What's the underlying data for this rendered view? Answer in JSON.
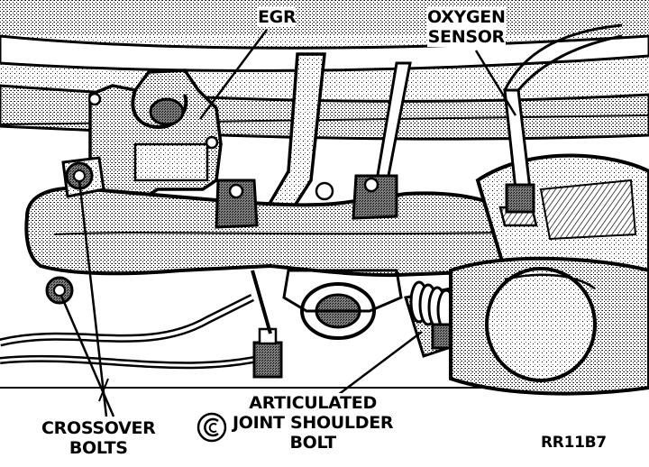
{
  "labels": {
    "egr": "EGR",
    "oxygen_sensor": [
      "OXYGEN",
      "SENSOR"
    ],
    "crossover_bolts": [
      "CROSSOVER",
      "BOLTS"
    ],
    "articulated_bolt": [
      "ARTICULATED",
      "JOINT SHOULDER",
      "BOLT"
    ],
    "figure_code": "RR11B7"
  },
  "logo": {
    "name": "chrysler-pentastar-cc-logo"
  },
  "colors": {
    "ink": "#000000",
    "paper": "#ffffff",
    "shade": "#9a9a9a"
  }
}
